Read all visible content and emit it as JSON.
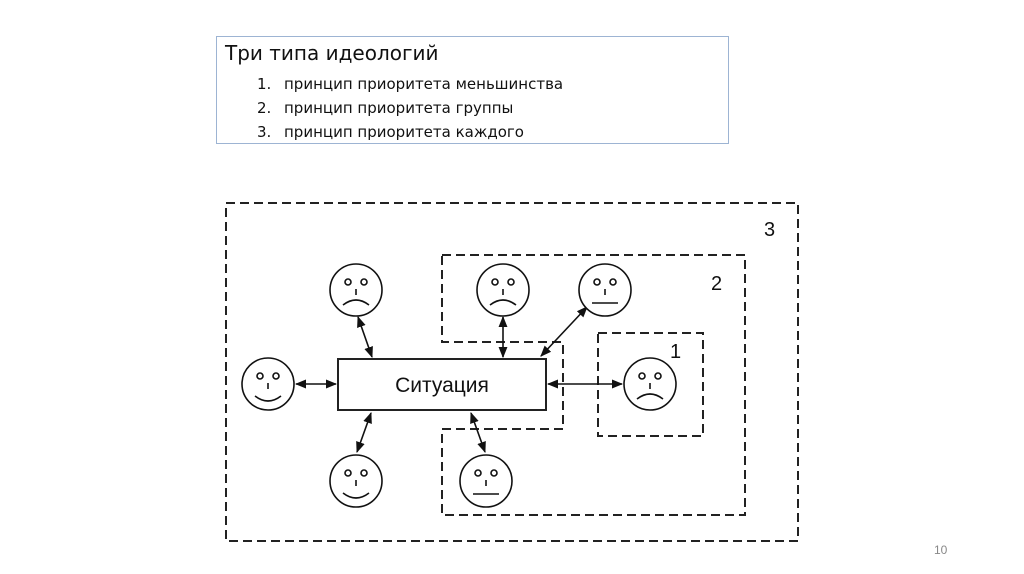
{
  "textbox": {
    "title": "Три типа идеологий",
    "items": [
      {
        "num": "1.",
        "text": "принцип приоритета меньшинства"
      },
      {
        "num": "2.",
        "text": "принцип приоритета группы"
      },
      {
        "num": "3.",
        "text": "принцип приоритета каждого"
      }
    ]
  },
  "diagram": {
    "center_label": "Ситуация",
    "group_labels": {
      "g1": "1",
      "g2": "2",
      "g3": "3"
    },
    "faces": [
      {
        "id": "top-left",
        "expression": "sad"
      },
      {
        "id": "left",
        "expression": "happy"
      },
      {
        "id": "bottom-left",
        "expression": "happy"
      },
      {
        "id": "top-middle",
        "expression": "sad"
      },
      {
        "id": "top-right",
        "expression": "neutral"
      },
      {
        "id": "bottom-middle",
        "expression": "neutral"
      },
      {
        "id": "right",
        "expression": "sad"
      }
    ]
  },
  "page_number": "10"
}
